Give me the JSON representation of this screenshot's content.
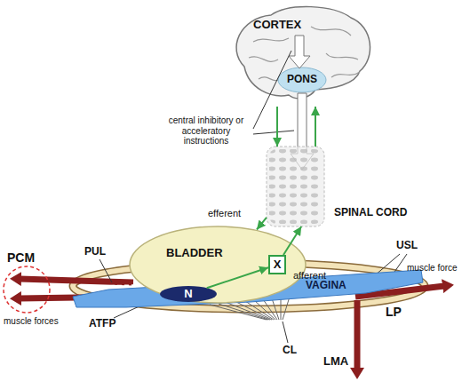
{
  "diagram": {
    "nodes": [
      {
        "text": [
          "CORTEX",
          "PONS"
        ]
      },
      {
        "text": [
          "SPINAL CORD"
        ]
      },
      {
        "text": [
          "VAGINA"
        ]
      },
      {
        "text": [
          "BLADDER"
        ]
      },
      {
        "text": [
          "X"
        ],
        "in": 3
      },
      {
        "text": [
          "N"
        ],
        "in": 3
      }
    ],
    "edges": [
      {
        "from": 5,
        "to": 4,
        "arrow": "to"
      },
      {
        "from": 4,
        "to": 1,
        "arrow": "to",
        "label": "afferent"
      },
      {
        "from": 1,
        "to": 0,
        "arrow": "to"
      },
      {
        "from": 0,
        "to": 1,
        "arrow": "to"
      },
      {
        "from": 1,
        "to": 3,
        "arrow": "to",
        "label": "efferent"
      }
    ],
    "labels": [
      "central inhibitory or acceleratory instructions",
      "PUL",
      "USL",
      "PCM",
      "muscle forces",
      "ATFP",
      "CL",
      "muscle force",
      "LP",
      "LMA"
    ]
  }
}
